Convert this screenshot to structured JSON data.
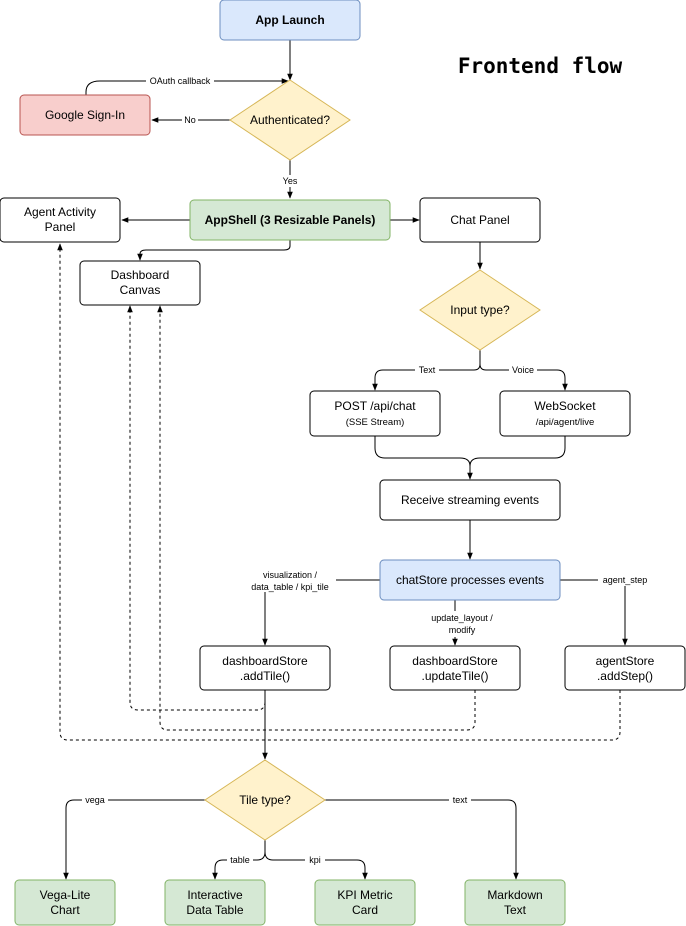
{
  "title": "Frontend flow",
  "colors": {
    "blue_fill": "#dae8fc",
    "blue_stroke": "#6c8ebf",
    "red_fill": "#f8cecc",
    "red_stroke": "#b85450",
    "green_fill": "#d5e8d4",
    "green_stroke": "#82b366",
    "yellow_fill": "#fff2cc",
    "yellow_stroke": "#d6b656",
    "white_fill": "#ffffff",
    "white_stroke": "#000000"
  },
  "nodes": {
    "app_launch": {
      "label": "App Launch"
    },
    "google_signin": {
      "label": "Google Sign-In"
    },
    "authenticated": {
      "label": "Authenticated?"
    },
    "appshell": {
      "label": "AppShell (3 Resizable Panels)"
    },
    "agent_activity": {
      "line1": "Agent Activity",
      "line2": "Panel"
    },
    "chat_panel": {
      "label": "Chat Panel"
    },
    "dashboard_canvas": {
      "line1": "Dashboard",
      "line2": "Canvas"
    },
    "input_type": {
      "label": "Input type?"
    },
    "post_chat": {
      "line1": "POST /api/chat",
      "line2": "(SSE Stream)"
    },
    "websocket": {
      "line1": "WebSocket",
      "line2": "/api/agent/live"
    },
    "receive_events": {
      "label": "Receive streaming events"
    },
    "chatstore": {
      "label": "chatStore processes events"
    },
    "add_tile": {
      "line1": "dashboardStore",
      "line2": ".addTile()"
    },
    "update_tile": {
      "line1": "dashboardStore",
      "line2": ".updateTile()"
    },
    "add_step": {
      "line1": "agentStore",
      "line2": ".addStep()"
    },
    "tile_type": {
      "label": "Tile type?"
    },
    "vega_chart": {
      "line1": "Vega-Lite",
      "line2": "Chart"
    },
    "data_table": {
      "line1": "Interactive",
      "line2": "Data Table"
    },
    "kpi_card": {
      "line1": "KPI Metric",
      "line2": "Card"
    },
    "markdown_text": {
      "line1": "Markdown",
      "line2": "Text"
    }
  },
  "edge_labels": {
    "oauth_callback": "OAuth callback",
    "no": "No",
    "yes": "Yes",
    "text_input": "Text",
    "voice_input": "Voice",
    "viz_line1": "visualization /",
    "viz_line2": "data_table / kpi_tile",
    "update_line1": "update_layout /",
    "update_line2": "modify",
    "agent_step": "agent_step",
    "vega": "vega",
    "table": "table",
    "kpi": "kpi",
    "text_tile": "text"
  }
}
